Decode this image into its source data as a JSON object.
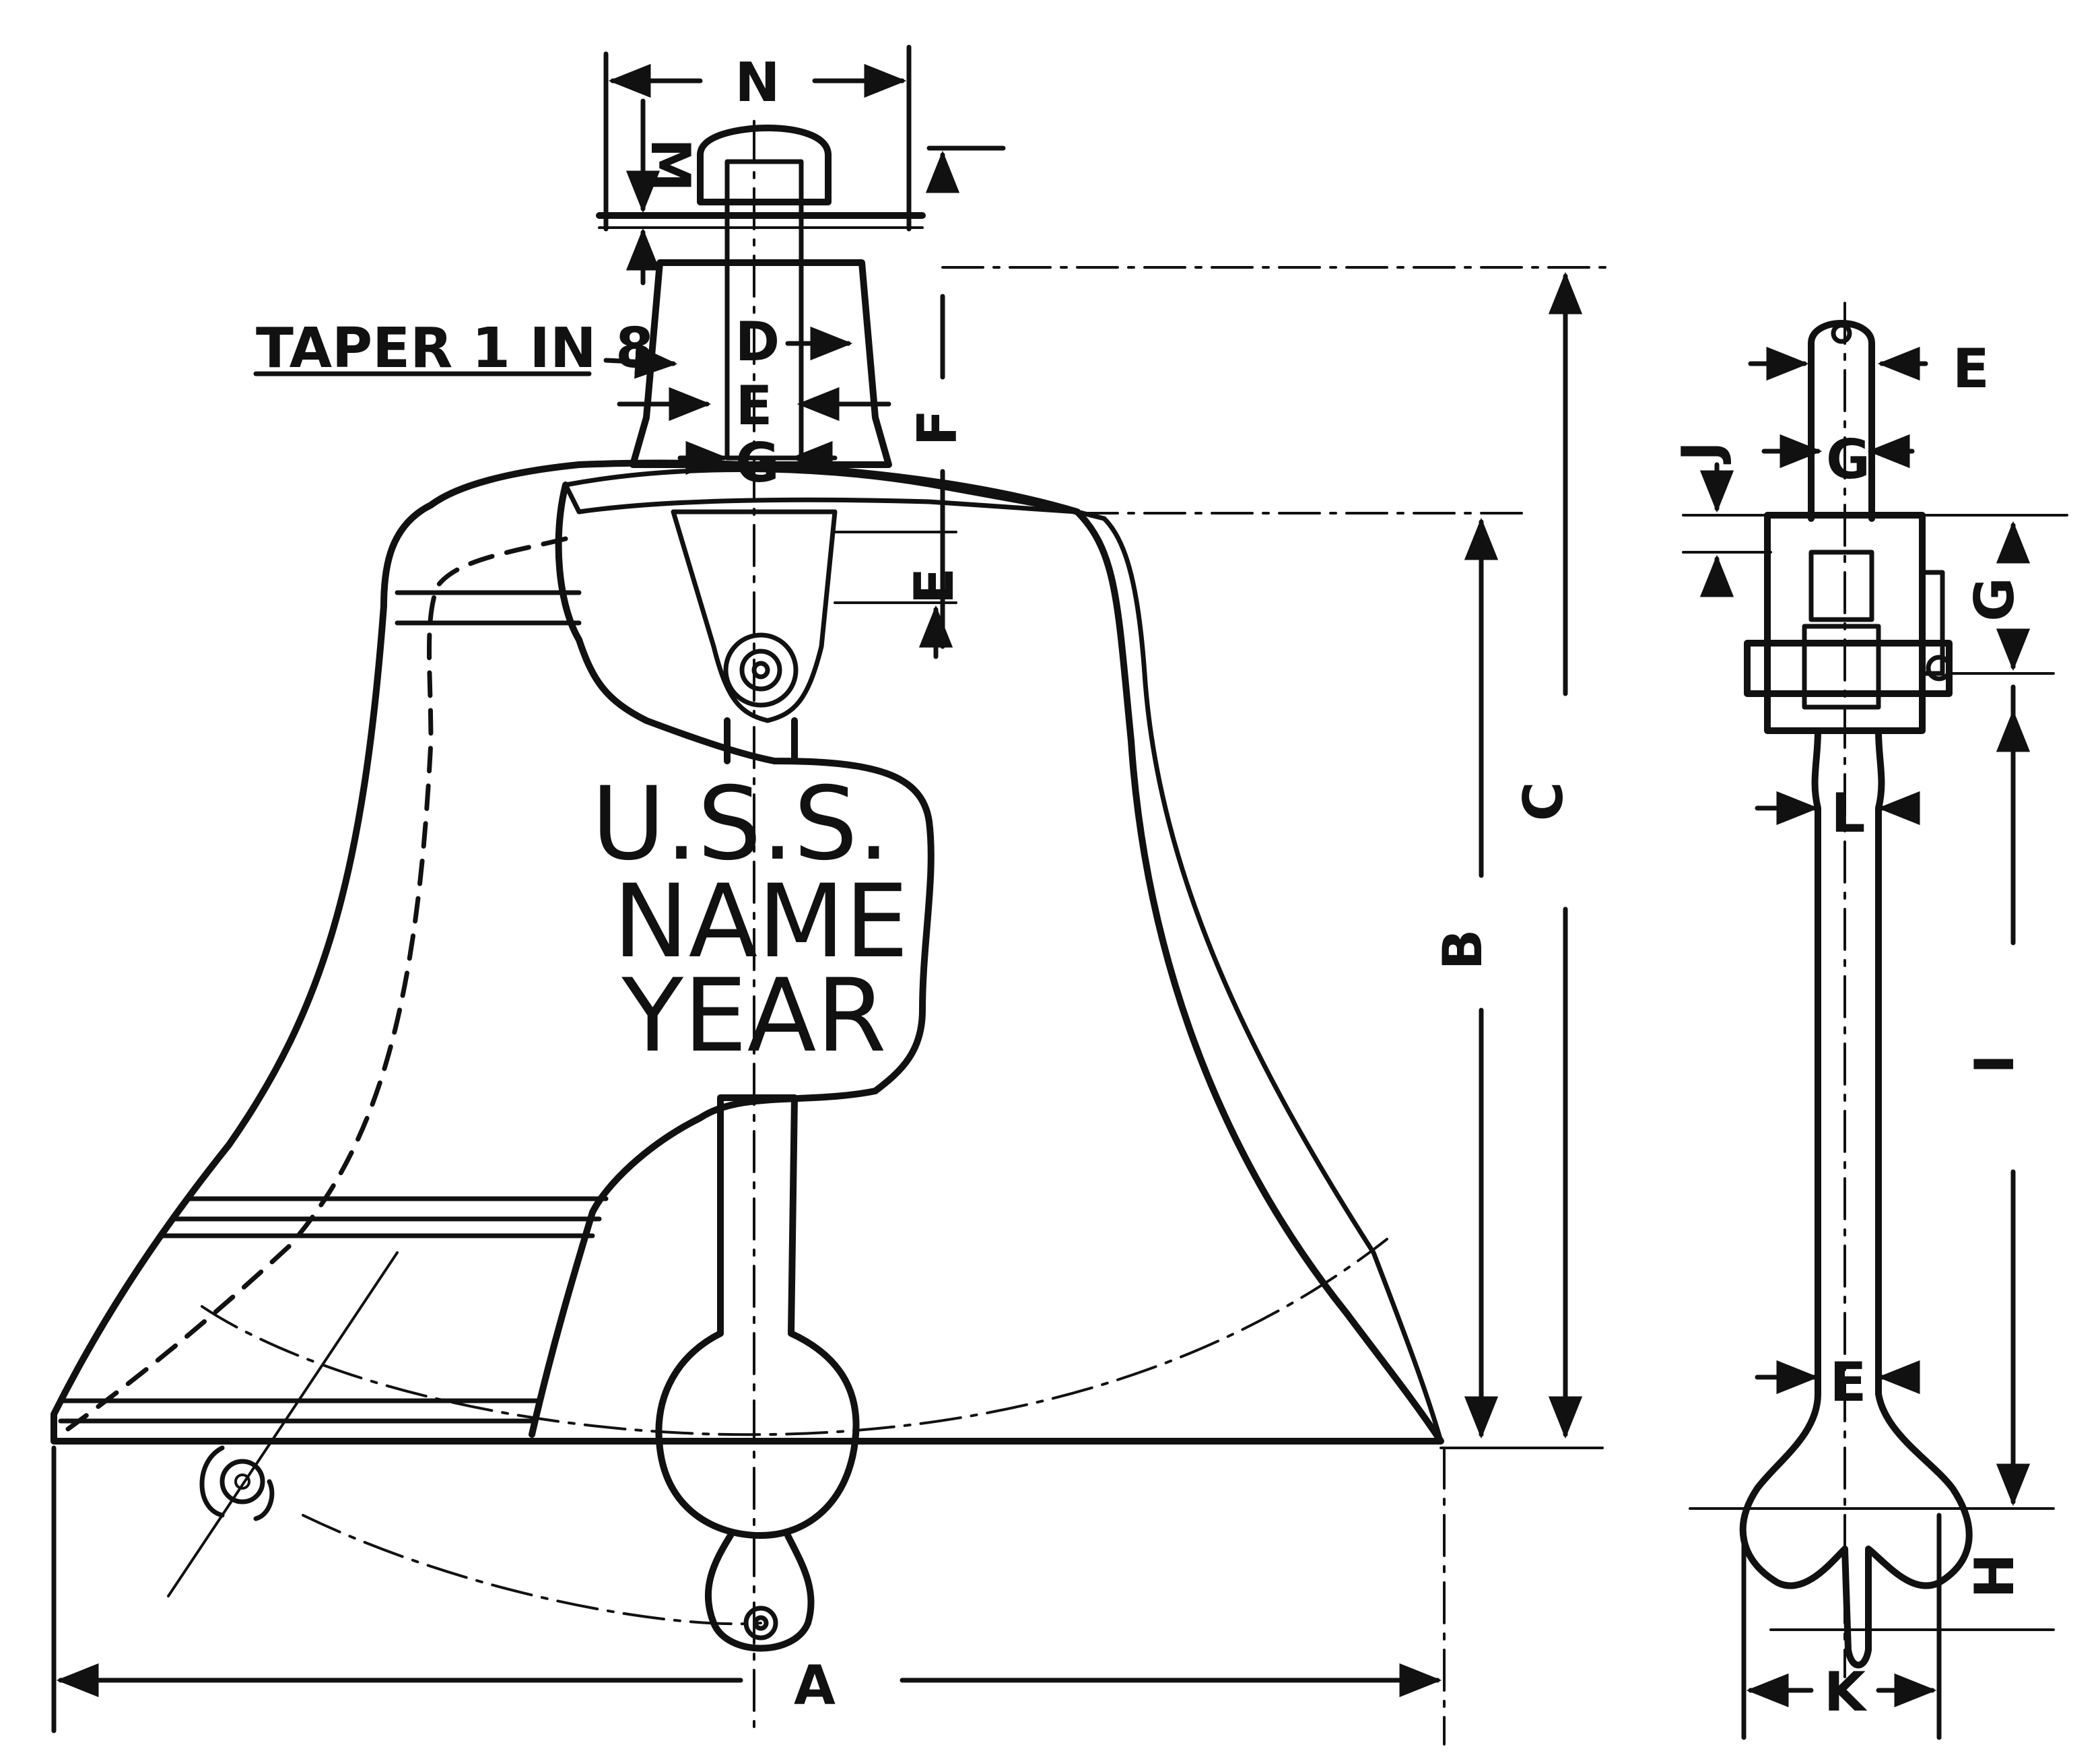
{
  "plate": {
    "line1": "U.S.S.",
    "line2": "NAME",
    "line3": "YEAR"
  },
  "note": {
    "taper": "TAPER 1 IN 8"
  },
  "labels": {
    "A": "A",
    "B": "B",
    "C": "C",
    "D": "D",
    "E": "E",
    "F": "F",
    "G": "G",
    "H": "H",
    "I": "I",
    "J": "J",
    "K": "K",
    "L": "L",
    "M": "M",
    "N": "N"
  },
  "colors": {
    "ink": "#111111",
    "paper": "#ffffff"
  }
}
